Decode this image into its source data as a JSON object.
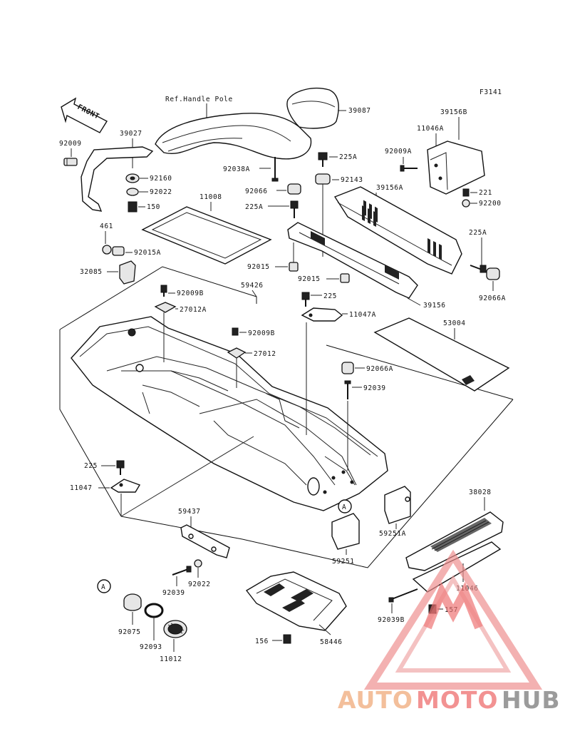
{
  "diagram": {
    "code": "F3141",
    "front_label": "FRONT",
    "ref_label": "Ref.Handle Pole",
    "callout_letter": "A",
    "parts": {
      "p39087": "39087",
      "p39027": "39027",
      "p92009": "92009",
      "p92160": "92160",
      "p92022a": "92022",
      "p150": "150",
      "p461": "461",
      "p92015a": "92015A",
      "p92038a": "92038A",
      "p92066": "92066",
      "p225a1": "225A",
      "p225a2": "225A",
      "p92143": "92143",
      "p11008": "11008",
      "p39156b": "39156B",
      "p11046a": "11046A",
      "p92009a": "92009A",
      "p221": "221",
      "p92200": "92200",
      "p39156a": "39156A",
      "p225a3": "225A",
      "p92015": "92015",
      "p92015b": "92015",
      "p92066a": "92066A",
      "p39156": "39156",
      "p32085": "32085",
      "p59426": "59426",
      "p92009b": "92009B",
      "p27012a": "27012A",
      "p225b": "225",
      "p11047a": "11047A",
      "p53004": "53004",
      "p92009b2": "92009B",
      "p27012": "27012",
      "p92066a2": "92066A",
      "p92039a": "92039",
      "p225c": "225",
      "p11047": "11047",
      "p38028": "38028",
      "p59437": "59437",
      "p59251a": "59251A",
      "p59251": "59251",
      "p92039": "92039",
      "p92022": "92022",
      "p11046": "11046",
      "p92039b": "92039B",
      "p157": "157",
      "p92075": "92075",
      "p92093": "92093",
      "p11012": "11012",
      "p156": "156",
      "p58446": "58446"
    }
  },
  "watermark": {
    "part1": "AUTO",
    "part2": "MOTO",
    "part3": "HUB",
    "color1": "#f2b48a",
    "color2": "#f08080",
    "color3": "#8a8a8a"
  }
}
